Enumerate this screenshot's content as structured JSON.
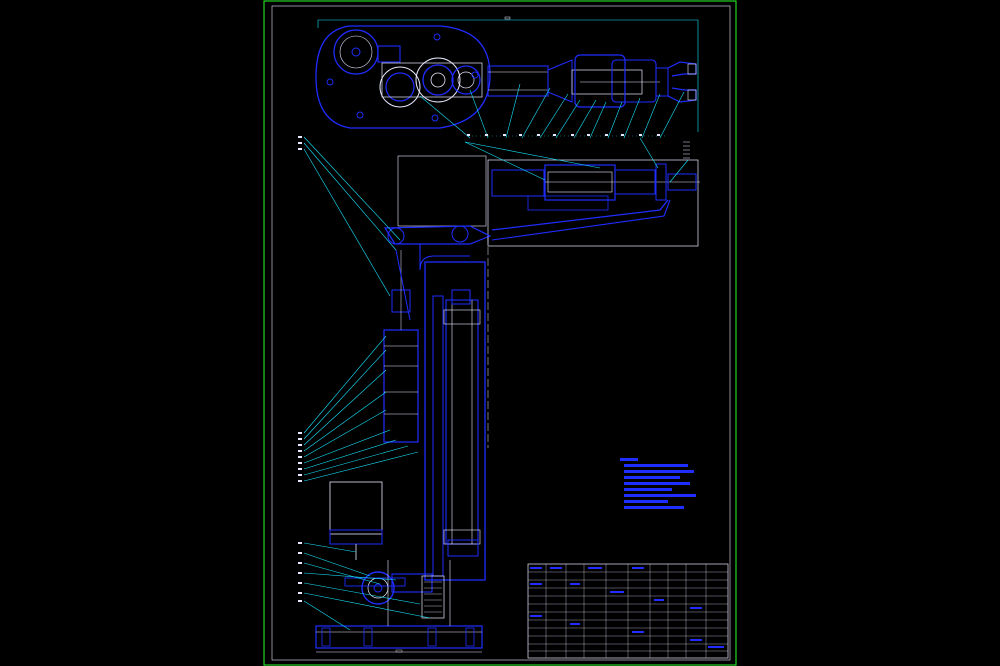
{
  "viewer": {
    "background": "#000000",
    "border_color": "#2cff2c",
    "outline_color": "#1f2dff",
    "leader_color": "#14e6ff",
    "hatch_color": "#e8e8ff"
  },
  "drawing": {
    "title_block": {
      "rows": 11,
      "columns": 10
    },
    "tech_notes": {
      "lines": 8
    },
    "balloons": {
      "top_row": 12,
      "left_upper": 3,
      "left_middle": 9,
      "left_lower": 7
    }
  }
}
